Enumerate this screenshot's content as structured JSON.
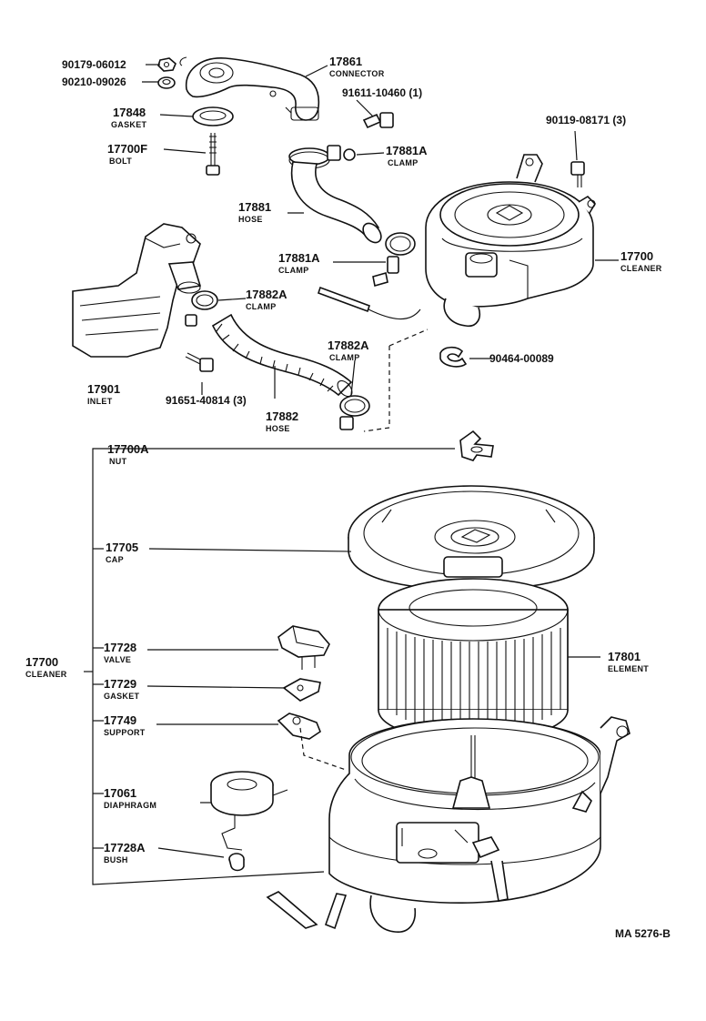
{
  "diagram": {
    "reference": "MA  5276-B",
    "callouts": {
      "nut_top": {
        "number": "90179-06012"
      },
      "washer_top": {
        "number": "90210-09026"
      },
      "connector": {
        "number": "17861",
        "name": "CONNECTOR"
      },
      "bolt_small": {
        "number": "91611-10460 (1)"
      },
      "gasket_top": {
        "number": "17848",
        "name": "GASKET"
      },
      "bolt": {
        "number": "17700F",
        "name": "BOLT"
      },
      "clamp_a1": {
        "number": "17881A",
        "name": "CLAMP"
      },
      "bolt_right": {
        "number": "90119-08171 (3)"
      },
      "hose": {
        "number": "17881",
        "name": "HOSE"
      },
      "clamp_a2": {
        "number": "17881A",
        "name": "CLAMP"
      },
      "cleaner_top": {
        "number": "17700",
        "name": "CLEANER"
      },
      "clamp_b1": {
        "number": "17882A",
        "name": "CLAMP"
      },
      "clamp_b2": {
        "number": "17882A",
        "name": "CLAMP"
      },
      "clip": {
        "number": "90464-00089"
      },
      "inlet": {
        "number": "17901",
        "name": "INLET"
      },
      "bolt_inlet": {
        "number": "91651-40814 (3)"
      },
      "hose_corrugated": {
        "number": "17882",
        "name": "HOSE"
      },
      "nut_wing": {
        "number": "17700A",
        "name": "NUT"
      },
      "cap": {
        "number": "17705",
        "name": "CAP"
      },
      "cleaner_main": {
        "number": "17700",
        "name": "CLEANER"
      },
      "valve": {
        "number": "17728",
        "name": "VALVE"
      },
      "element": {
        "number": "17801",
        "name": "ELEMENT"
      },
      "gasket_valve": {
        "number": "17729",
        "name": "GASKET"
      },
      "support": {
        "number": "17749",
        "name": "SUPPORT"
      },
      "diaphragm": {
        "number": "17061",
        "name": "DIAPHRAGM"
      },
      "bush": {
        "number": "17728A",
        "name": "BUSH"
      }
    }
  }
}
